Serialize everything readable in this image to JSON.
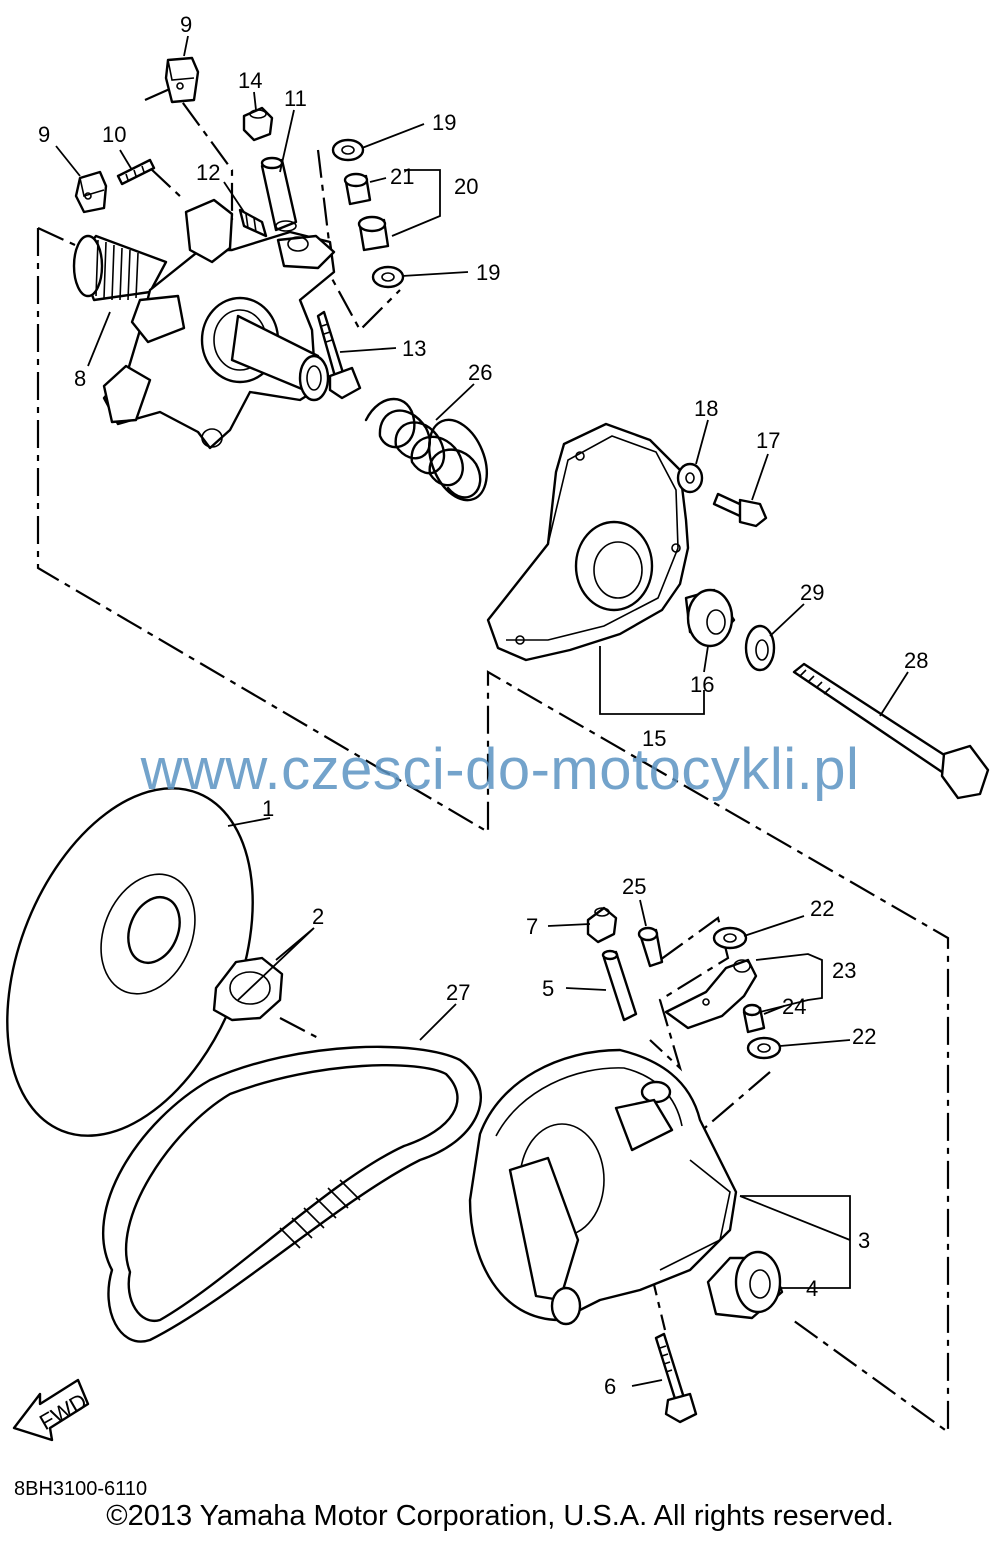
{
  "callouts": {
    "c1": "1",
    "c2": "2",
    "c3": "3",
    "c4": "4",
    "c5": "5",
    "c6": "6",
    "c7": "7",
    "c8": "8",
    "c9a": "9",
    "c9b": "9",
    "c10": "10",
    "c11": "11",
    "c12": "12",
    "c13": "13",
    "c14": "14",
    "c15": "15",
    "c16": "16",
    "c17": "17",
    "c18": "18",
    "c19a": "19",
    "c19b": "19",
    "c20": "20",
    "c21": "21",
    "c22a": "22",
    "c22b": "22",
    "c23": "23",
    "c24": "24",
    "c25": "25",
    "c26": "26",
    "c27": "27",
    "c28": "28",
    "c29": "29"
  },
  "fwd_label": "FWD",
  "watermark": "www.czesci-do-motocykli.pl",
  "diagram_code": "8BH3100-6110",
  "copyright": "©2013 Yamaha Motor Corporation, U.S.A. All rights reserved."
}
